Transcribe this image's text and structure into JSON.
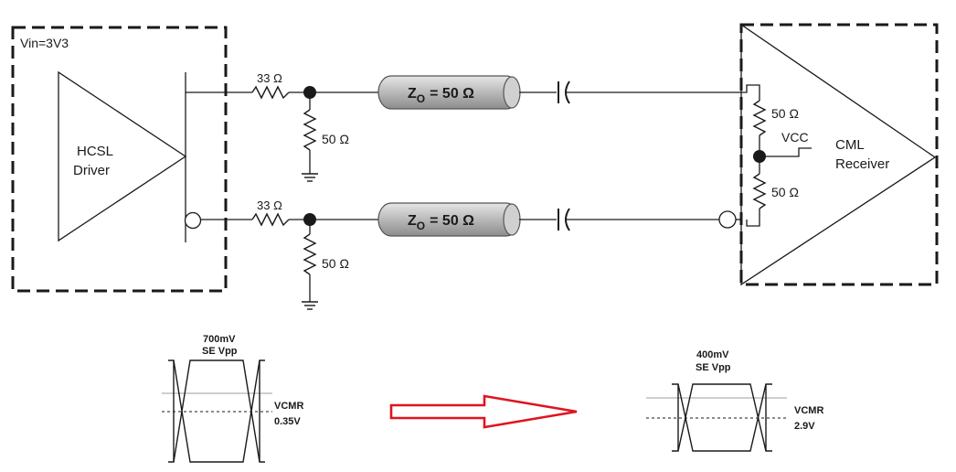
{
  "driver": {
    "supply_label": "Vin=3V3",
    "name_line1": "HCSL",
    "name_line2": "Driver"
  },
  "receiver": {
    "name_line1": "CML",
    "name_line2": "Receiver",
    "term_top": "50 Ω",
    "term_bottom": "50 Ω",
    "vcc_label": "VCC"
  },
  "channels": [
    {
      "series_r": "33 Ω",
      "shunt_r": "50 Ω",
      "line_prefix": "Z",
      "line_sub": "O",
      "line_value": "= 50 Ω"
    },
    {
      "series_r": "33 Ω",
      "shunt_r": "50 Ω",
      "line_prefix": "Z",
      "line_sub": "O",
      "line_value": "= 50 Ω"
    }
  ],
  "eye_input": {
    "amp_line1": "700mV",
    "amp_line2": "SE Vpp",
    "cm_line1": "VCMR",
    "cm_line2": "0.35V"
  },
  "eye_output": {
    "amp_line1": "400mV",
    "amp_line2": "SE Vpp",
    "cm_line1": "VCMR",
    "cm_line2": "2.9V"
  },
  "colors": {
    "wire": "#1a1a1a",
    "arrow": "#e0141e",
    "tline_fill": "#c8c8c8",
    "gridline": "#b0b0b0"
  }
}
